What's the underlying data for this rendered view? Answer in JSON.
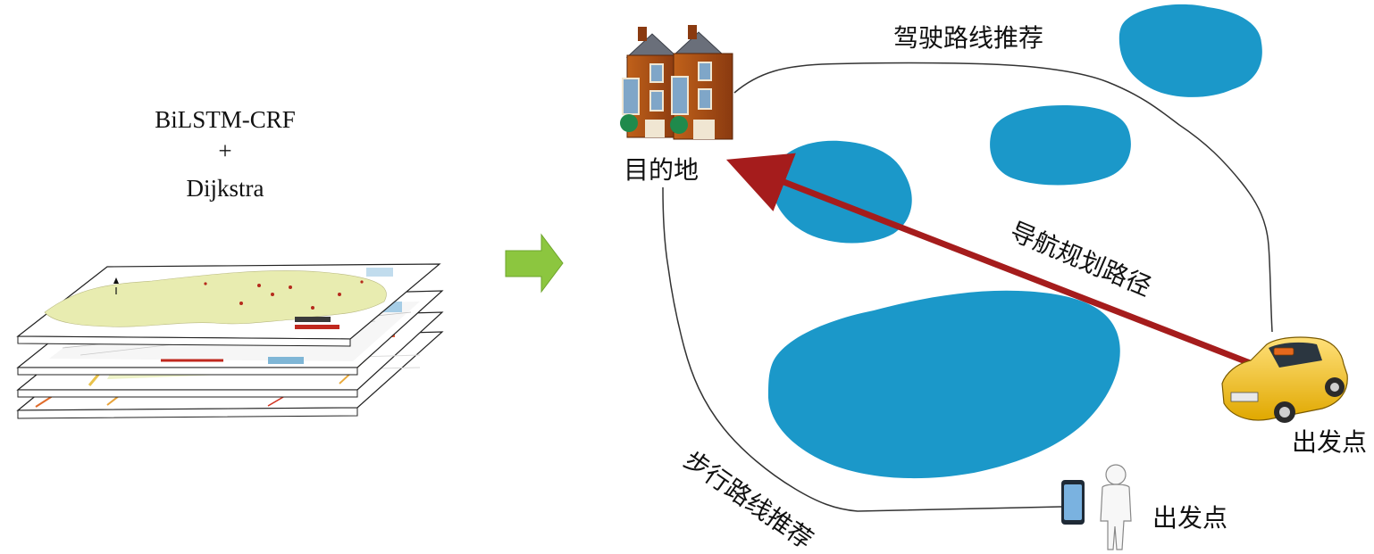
{
  "method": {
    "line1": "BiLSTM-CRF",
    "line2": "+",
    "line3": "Dijkstra"
  },
  "labels": {
    "destination": "目的地",
    "driving_route": "驾驶路线推荐",
    "navigation_path": "导航规划路径",
    "walking_route": "步行路线推荐",
    "origin_car": "出发点",
    "origin_person": "出发点"
  },
  "colors": {
    "arrow_green": "#8cc63f",
    "path_red": "#a51c1c",
    "lake_blue": "#1b98c9",
    "taxi_yellow": "#f5c61a",
    "route_line": "#333333",
    "map_land": "#e8ecb0"
  },
  "icons": {
    "destination": "house-icon",
    "car": "taxi-icon",
    "person": "person-icon",
    "phone": "phone-icon",
    "flow": "right-arrow-icon",
    "map_layers": "map-layers-icon"
  }
}
